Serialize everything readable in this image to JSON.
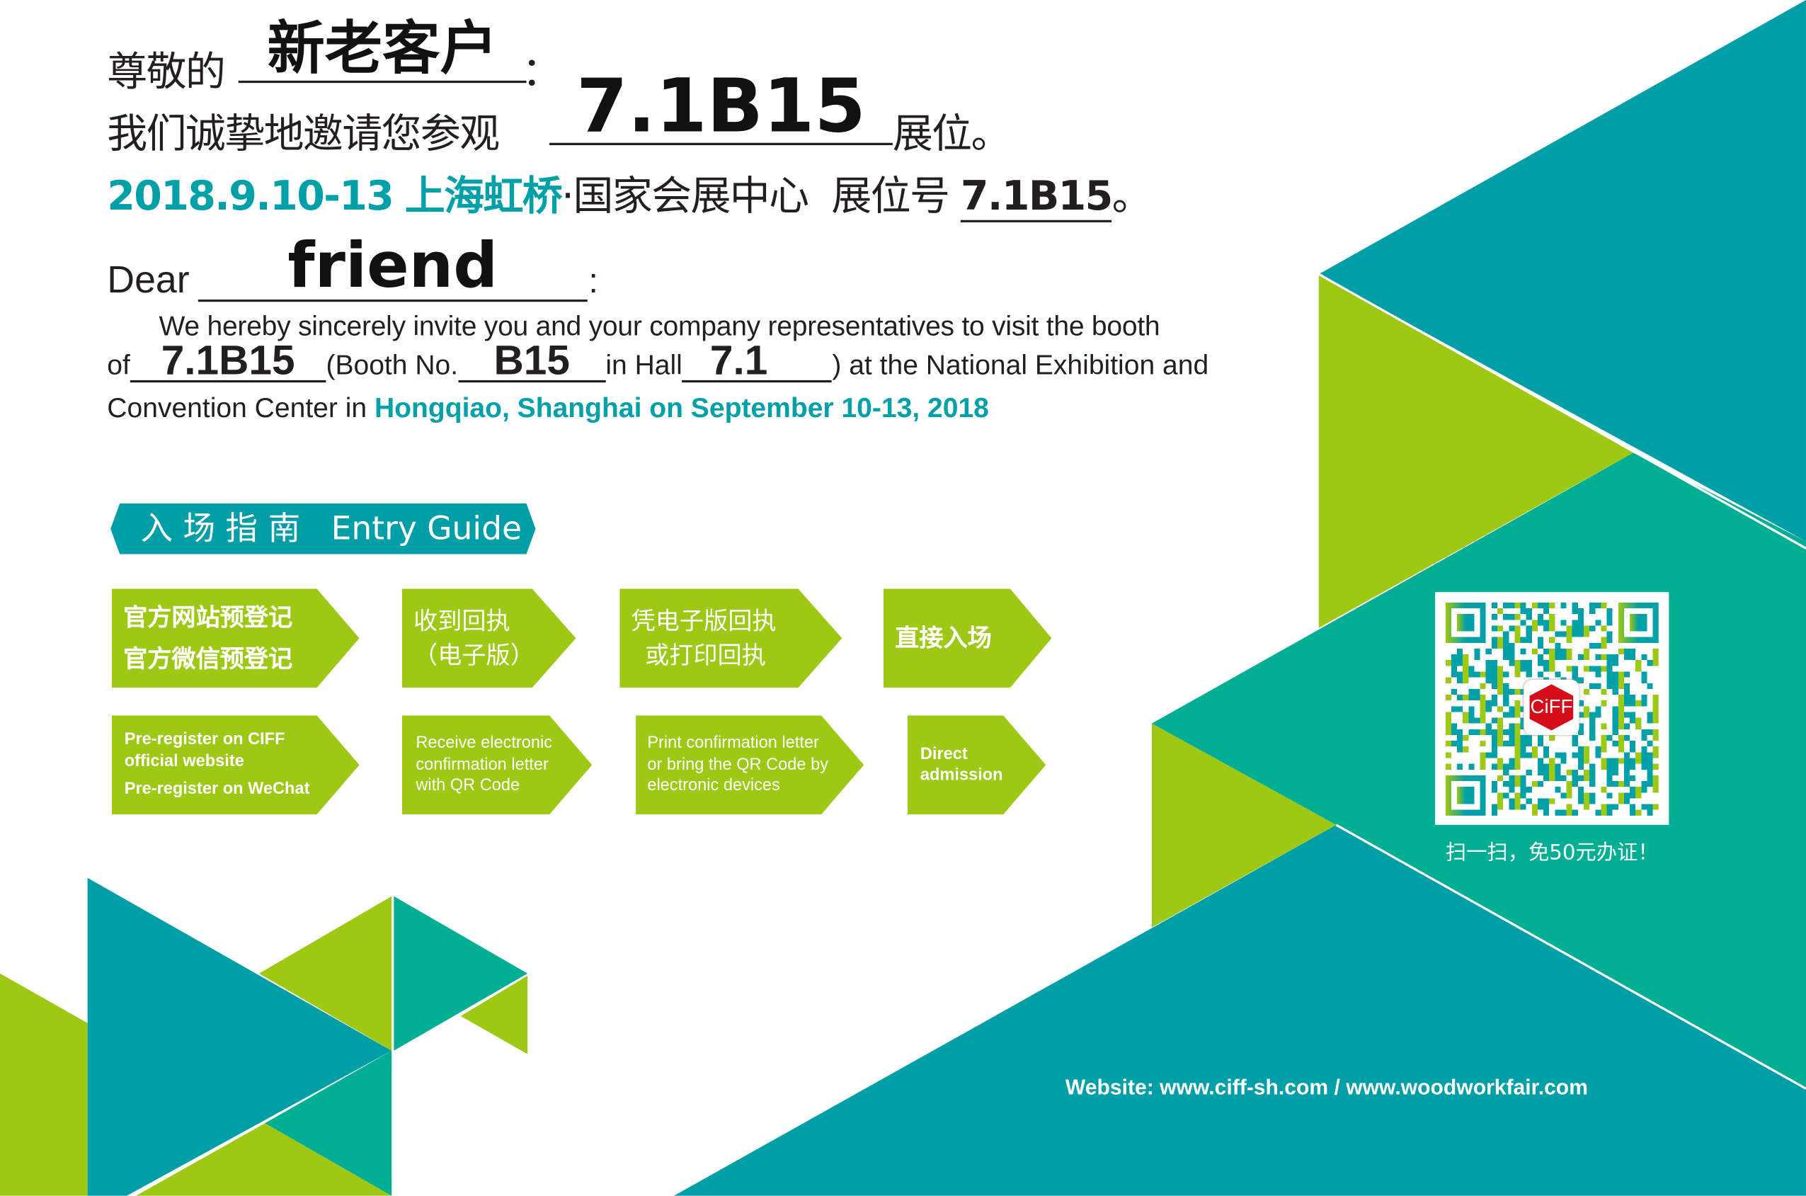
{
  "colors": {
    "teal": "#009fa8",
    "lime": "#9dc814",
    "green": "#00ae94",
    "text": "#231f20",
    "ciff_red": "#d50d18"
  },
  "greeting_cn": {
    "prefix": "尊敬的",
    "name": "新老客户",
    "colon": "："
  },
  "invite_cn": {
    "prefix": "我们诚挚地邀请您参观",
    "booth": "7.1B15",
    "suffix": "展位。"
  },
  "event_cn": {
    "date": "2018.9.10-13",
    "place": "上海虹桥",
    "venue": "·国家会展中心",
    "booth_label": "展位号",
    "booth": "7.1B15",
    "end": "。"
  },
  "greeting_en": {
    "prefix": "Dear",
    "name": "friend",
    "colon": ":"
  },
  "invite_en": {
    "line1": "We hereby sincerely invite you and your company representatives to visit the booth",
    "of": "of",
    "booth": "7.1B15",
    "booth_no_label": "(Booth No.",
    "booth_no": "B15",
    "hall_label": "in Hall",
    "hall": "7.1",
    "line2_end": ") at the National Exhibition and",
    "line3_start": "Convention Center in ",
    "line3_highlight": "Hongqiao, Shanghai on September 10-13, 2018"
  },
  "entry_guide": {
    "title": "入 场 指 南   Entry Guide",
    "steps_cn": [
      {
        "lines": [
          "官方网站预登记",
          "官方微信预登记"
        ]
      },
      {
        "lines": [
          "收到回执",
          "（电子版）"
        ]
      },
      {
        "lines": [
          "凭电子版回执",
          "或打印回执"
        ]
      },
      {
        "lines": [
          "直接入场"
        ]
      }
    ],
    "steps_en": [
      {
        "lines": [
          "Pre-register on CIFF",
          "official website",
          "Pre-register on WeChat"
        ]
      },
      {
        "lines": [
          "Receive electronic",
          "confirmation letter",
          "with QR Code"
        ]
      },
      {
        "lines": [
          "Print confirmation letter",
          "or bring the QR Code by",
          "electronic devices"
        ]
      },
      {
        "lines": [
          "Direct",
          "admission"
        ]
      }
    ]
  },
  "qr": {
    "logo": "CiFF",
    "caption": "扫一扫，免50元办证！"
  },
  "website": "Website: www.ciff-sh.com / www.woodworkfair.com"
}
